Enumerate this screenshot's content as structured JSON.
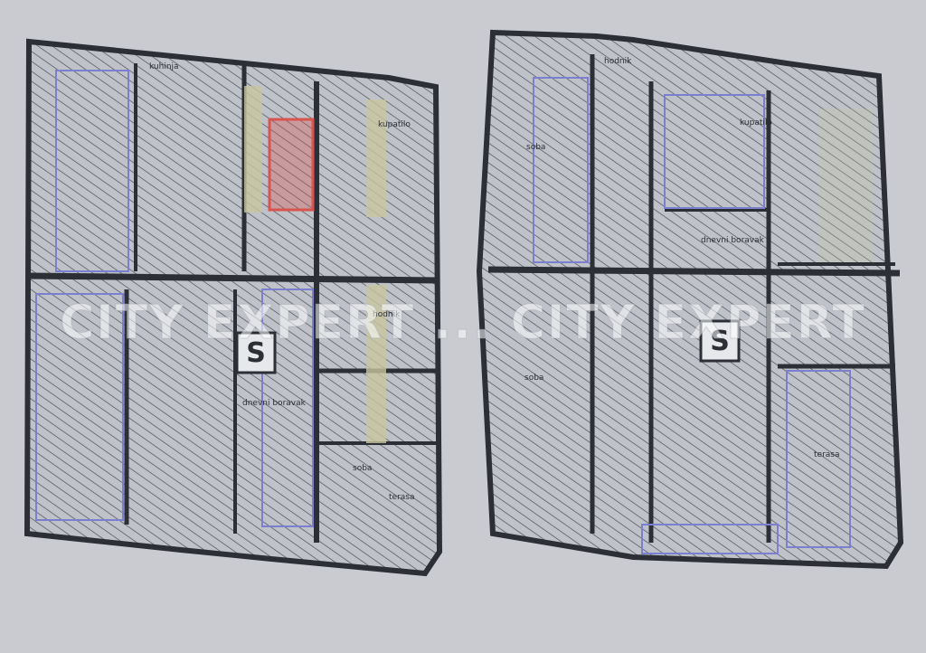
{
  "colors": {
    "background": "#c9cbd0",
    "hatch_fill": "#bfc2c8",
    "hatch_line": "#4a4e57",
    "wall": "#2c2f36",
    "room_outline": "#7b7fd0",
    "highlight": "#d9534f",
    "wall_accent": "#c8c6a0",
    "watermark": "#ffffff"
  },
  "watermark": "CITY EXPERT ... CITY EXPERT",
  "plans": [
    {
      "id": "left",
      "stair_symbol": "S",
      "labels": [
        "kuhinja",
        "dnevni boravak",
        "kupatilo",
        "hodnik",
        "soba",
        "terasa"
      ]
    },
    {
      "id": "right",
      "stair_symbol": "S",
      "labels": [
        "hodnik",
        "soba",
        "kupatilo",
        "dnevni boravak",
        "soba",
        "terasa"
      ]
    }
  ]
}
